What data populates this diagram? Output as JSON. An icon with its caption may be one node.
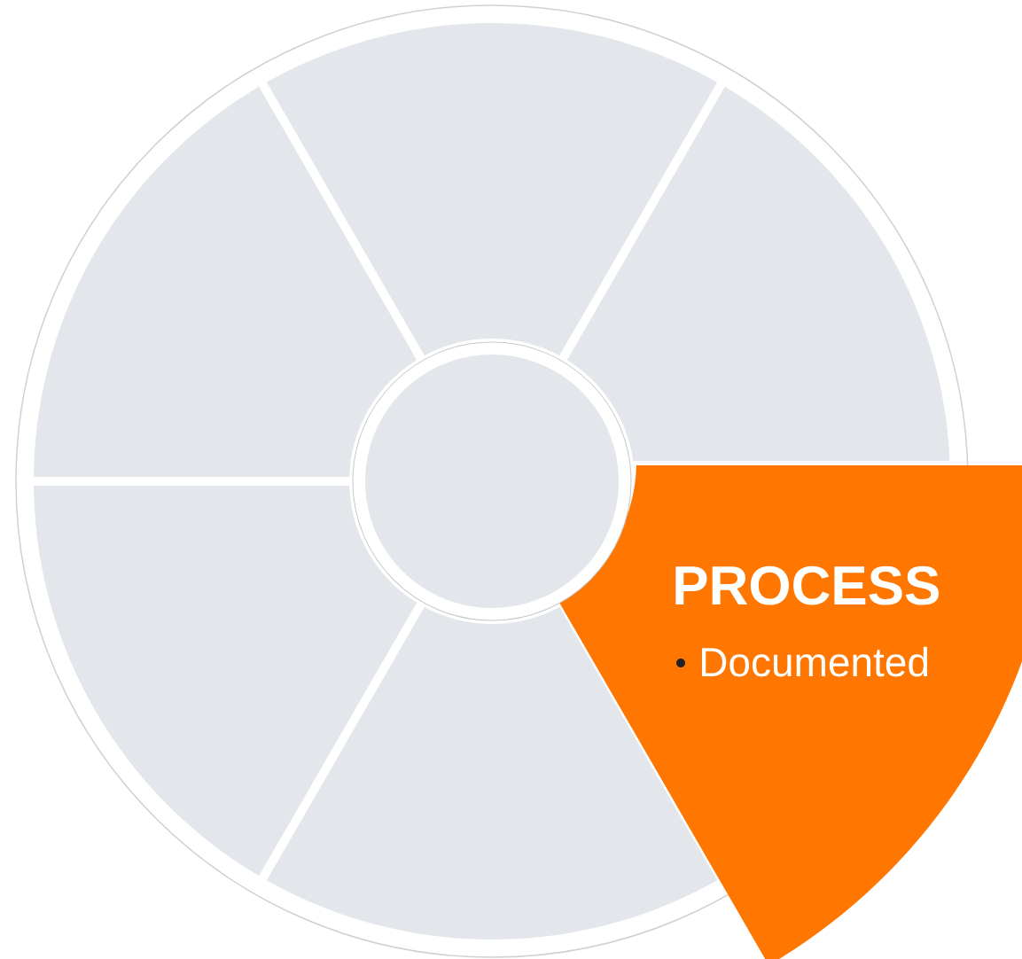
{
  "diagram": {
    "nodes": [
      {
        "text": [],
        "shape": "sector"
      },
      {
        "text": [],
        "shape": "sector"
      },
      {
        "text": [
          "PROCESS",
          "Documented"
        ]
      },
      {
        "text": [],
        "shape": "sector"
      },
      {
        "text": [],
        "shape": "sector"
      },
      {
        "text": [],
        "shape": "sector"
      },
      {
        "text": [],
        "shape": "circle"
      }
    ]
  }
}
